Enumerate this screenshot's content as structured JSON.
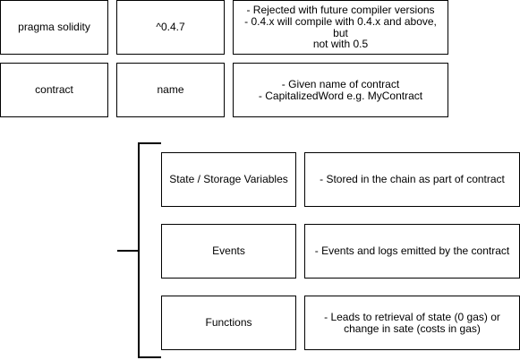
{
  "rows": [
    {
      "keyword": "pragma solidity",
      "value": "^0.4.7",
      "note": "- Rejected with future compiler versions\n- 0.4.x will compile with 0.4.x and above, but\nnot with 0.5"
    },
    {
      "keyword": "contract",
      "value": "name",
      "note": "- Given name of contract\n- CapitalizedWord e.g. MyContract"
    }
  ],
  "members": [
    {
      "name": "State / Storage Variables",
      "desc": "- Stored in the chain as part of contract"
    },
    {
      "name": "Events",
      "desc": "- Events and logs emitted by the contract"
    },
    {
      "name": "Functions",
      "desc": "- Leads to retrieval of state (0 gas) or\nchange in sate (costs in gas)"
    }
  ]
}
